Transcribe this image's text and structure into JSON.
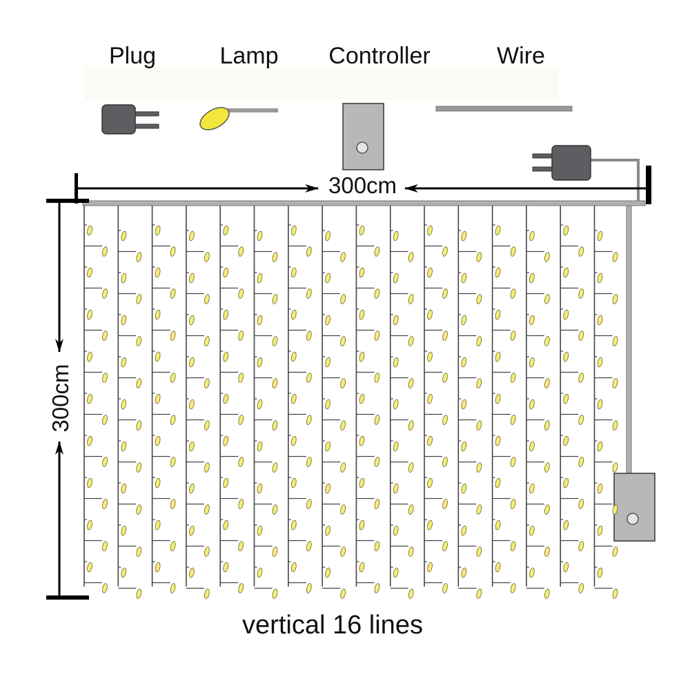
{
  "legend": {
    "plug": "Plug",
    "lamp": "Lamp",
    "controller": "Controller",
    "wire": "Wire"
  },
  "dimensions": {
    "width": "300cm",
    "height": "300cm"
  },
  "caption": "vertical 16 lines",
  "curtain": {
    "vertical_lines": 16,
    "lamps_per_line": 18
  },
  "colors": {
    "lamp": "#f5ec7a",
    "lamp_outline": "#6b6428",
    "wire": "#9a9a9a",
    "plug": "#5d5e61",
    "controller": "#b8b8b8",
    "dimension": "#000000"
  }
}
